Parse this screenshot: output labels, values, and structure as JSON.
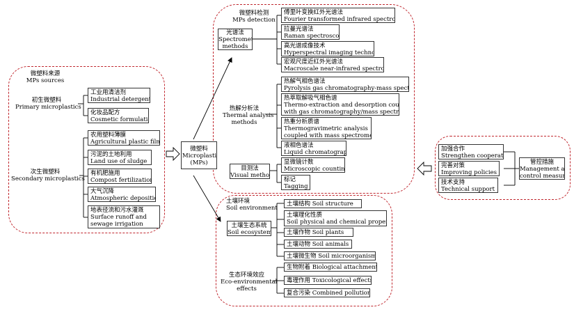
{
  "sources": {
    "title_cn": "微塑料来源",
    "title_en": "MPs sources",
    "primary": {
      "label_cn": "初生微塑料",
      "label_en": "Primary microplastics",
      "items": [
        {
          "cn": "工业用清洁剂",
          "en": "Industrial detergent"
        },
        {
          "cn": "化妆品配方",
          "en": "Cosmetic formulation"
        }
      ]
    },
    "secondary": {
      "label_cn": "次生微塑料",
      "label_en": "Secondary microplastics",
      "items": [
        {
          "cn": "农用塑料薄膜",
          "en": "Agricultural plastic films"
        },
        {
          "cn": "污泥的土地利用",
          "en": "Land use of sludge"
        },
        {
          "cn": "有机肥施用",
          "en": "Compost fertilization"
        },
        {
          "cn": "大气沉降",
          "en": "Atmospheric deposition"
        },
        {
          "cn": "地表径流和污水灌溉",
          "en": "Surface runoff and",
          "en2": "sewage irrigation"
        }
      ]
    }
  },
  "center": {
    "cn": "微塑料",
    "en": "Microplastics",
    "en2": "(MPs)"
  },
  "detection": {
    "title_cn": "微塑料检测",
    "title_en": "MPs detection",
    "spectrometry": {
      "label_cn": "光谱法",
      "label_en": "Spectrometry",
      "label_en2": "methods",
      "items": [
        {
          "cn": "傅里叶变换红外光谱法",
          "en": "Fourier transformed infrared spectroscopy"
        },
        {
          "cn": "拉曼光谱法",
          "en": "Raman spectroscopy"
        },
        {
          "cn": "高光谱成像技术",
          "en": "Hyperspectral imaging technology"
        },
        {
          "cn": "宏观尺度近红外光谱法",
          "en": "Macroscale near-infrared spectroscopy"
        }
      ]
    },
    "thermal": {
      "label_cn": "热解分析法",
      "label_en": "Thermal analysis",
      "label_en2": "methods",
      "items": [
        {
          "cn": "热解气相色谱法",
          "en": "Pyrolysis gas chromatography-mass spectrometry"
        },
        {
          "cn": "热萃取解吸气相色谱",
          "en": "Thermo-extraction and desorption coupled",
          "en2": "with gas chromatography/mass spectrometry"
        },
        {
          "cn": "热重分析质谱",
          "en": "Thermogravimetric analysis",
          "en2": "coupled with mass spectrometry"
        },
        {
          "cn": "液相色谱法",
          "en": "Liquid chromatography"
        }
      ]
    },
    "visual": {
      "label_cn": "目测法",
      "label_en": "Visual methods",
      "items": [
        {
          "cn": "显微镜计数",
          "en": "Microscopic counting"
        },
        {
          "cn": "标记",
          "en": "Tagging"
        }
      ]
    }
  },
  "environment": {
    "title_cn": "土壤环境",
    "title_en": "Soil environment",
    "ecosystem": {
      "label_cn": "土壤生态系统",
      "label_en": "Soil ecosystem",
      "items": [
        {
          "text": "土壤结构 Soil structure"
        },
        {
          "text": "土壤理化性质",
          "text2": "Soil physical and chemical properties"
        },
        {
          "text": "土壤作物 Soil plants"
        },
        {
          "text": "土壤动物 Soil animals"
        },
        {
          "text": "土壤微生物 Soil microorganisms"
        }
      ]
    },
    "effects": {
      "label_cn": "生态环境效应",
      "label_en": "Eco-environmental",
      "label_en2": "effects",
      "items": [
        {
          "text": "生物附着 Biological attachment"
        },
        {
          "text": "毒理作用 Toxicological effects"
        },
        {
          "text": "复合污染 Combined pollution"
        }
      ]
    }
  },
  "control": {
    "label_cn": "管控措施",
    "label_en": "Management and",
    "label_en2": "control measures",
    "items": [
      {
        "cn": "加强合作",
        "en": "Strengthen cooperation"
      },
      {
        "cn": "完善对策",
        "en": "Improving policies"
      },
      {
        "cn": "技术支持",
        "en": "Technical support"
      }
    ]
  }
}
